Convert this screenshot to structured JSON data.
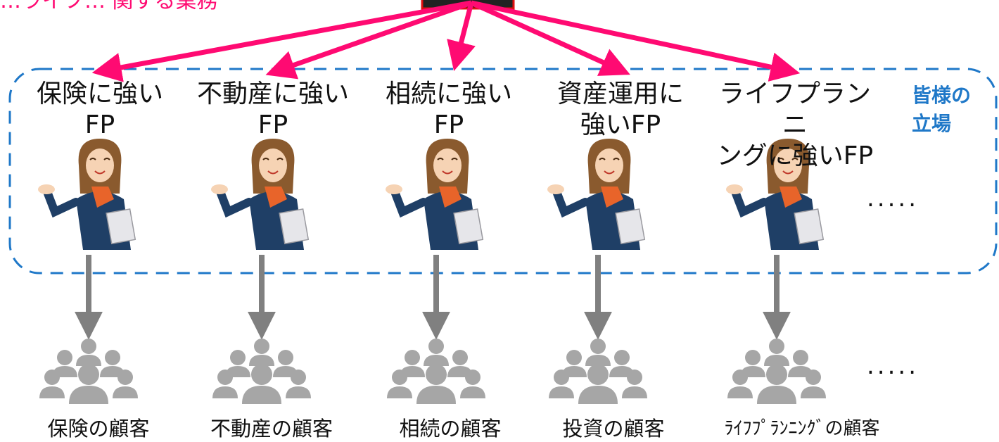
{
  "top_note": "…ライフ… 関する業務",
  "side_label": {
    "line1": "皆様の",
    "line2": "立場"
  },
  "ellipsis": ".....",
  "colors": {
    "arrow_pink": "#ff0a72",
    "dash_blue": "#1f78c8",
    "down_arrow": "#808080",
    "crowd": "#a6a6a6",
    "label_blue": "#1f78c8"
  },
  "fps": [
    {
      "line1": "保険に強い",
      "line2": "FP",
      "customer": "保険の顧客"
    },
    {
      "line1": "不動産に強い",
      "line2": "FP",
      "customer": "不動産の顧客"
    },
    {
      "line1": "相続に強い",
      "line2": "FP",
      "customer": "相続の顧客"
    },
    {
      "line1": "資産運用に",
      "line2": "強いFP",
      "customer": "投資の顧客"
    },
    {
      "line1": "ライフプランニ",
      "line2": "ングに強いFP",
      "customer": "ﾗｲﾌﾌﾟﾗﾝﾆﾝｸﾞの顧客"
    }
  ]
}
